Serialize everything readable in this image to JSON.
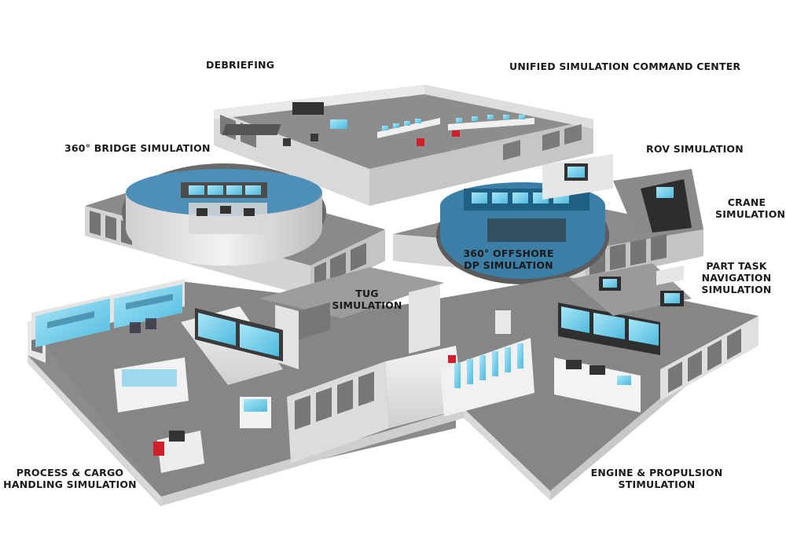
{
  "labels": {
    "debriefing": "DEBRIEFING",
    "command_center": "UNIFIED SIMULATION COMMAND CENTER",
    "bridge": "360° BRIDGE SIMULATION",
    "rov": "ROV SIMULATION",
    "crane_1": "CRANE",
    "crane_2": "SIMULATION",
    "offshore_1": "360° OFFSHORE",
    "offshore_2": "DP SIMULATION",
    "part_task_1": "PART TASK",
    "part_task_2": "NAVIGATION",
    "part_task_3": "SIMULATION",
    "tug": "TUG",
    "tug_2": "SIMULATION",
    "process_1": "PROCESS & CARGO",
    "process_2": "HANDLING SIMULATION",
    "engine_1": "ENGINE & PROPULSION",
    "engine_2": "STIMULATION"
  },
  "colors": {
    "floor": "#8a8a8a",
    "floor_dark": "#6f6f6f",
    "wall": "#e6e6e6",
    "wall_shadow": "#bdbdbd",
    "glass": "#7a7a7a",
    "screen": "#7fd3ee",
    "accent_red": "#d01f2a"
  }
}
